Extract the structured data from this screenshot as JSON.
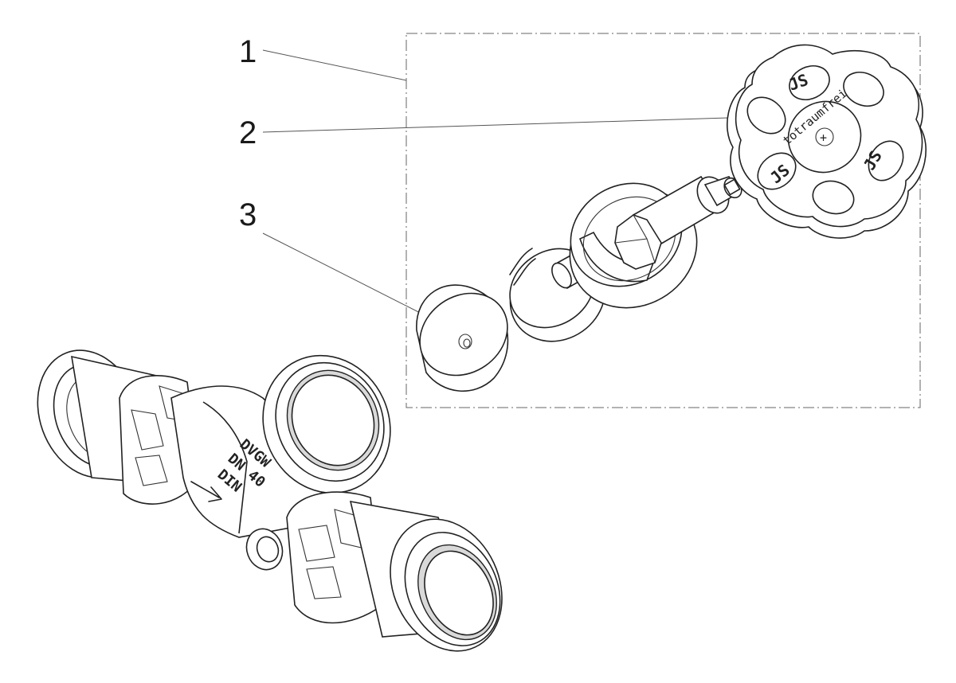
{
  "callouts": [
    {
      "id": "1",
      "label": "1"
    },
    {
      "id": "2",
      "label": "2"
    },
    {
      "id": "3",
      "label": "3"
    }
  ],
  "handwheel": {
    "ring_text": "totraumfrei",
    "center_mark": "+",
    "logo_glyph": "JS"
  },
  "valve_body_marking": {
    "line1": "DVGW",
    "line2": "DN 40",
    "line3": "DIN"
  }
}
